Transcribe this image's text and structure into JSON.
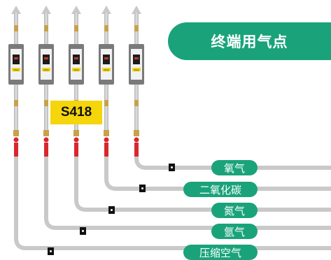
{
  "title": "终端用气点",
  "model": "S418",
  "device_display_text": "2502",
  "gas_lines": [
    {
      "label": "氧气"
    },
    {
      "label": "二氧化碳"
    },
    {
      "label": "氮气"
    },
    {
      "label": "氩气"
    },
    {
      "label": "压缩空气"
    }
  ],
  "colors": {
    "accent_green": "#1aa37a",
    "tag_yellow": "#f5d50c",
    "pipe_gray": "#c9c9c9",
    "brass": "#c8a24a",
    "hose_red": "#d9272e",
    "device_body": "#7a7a7a"
  }
}
